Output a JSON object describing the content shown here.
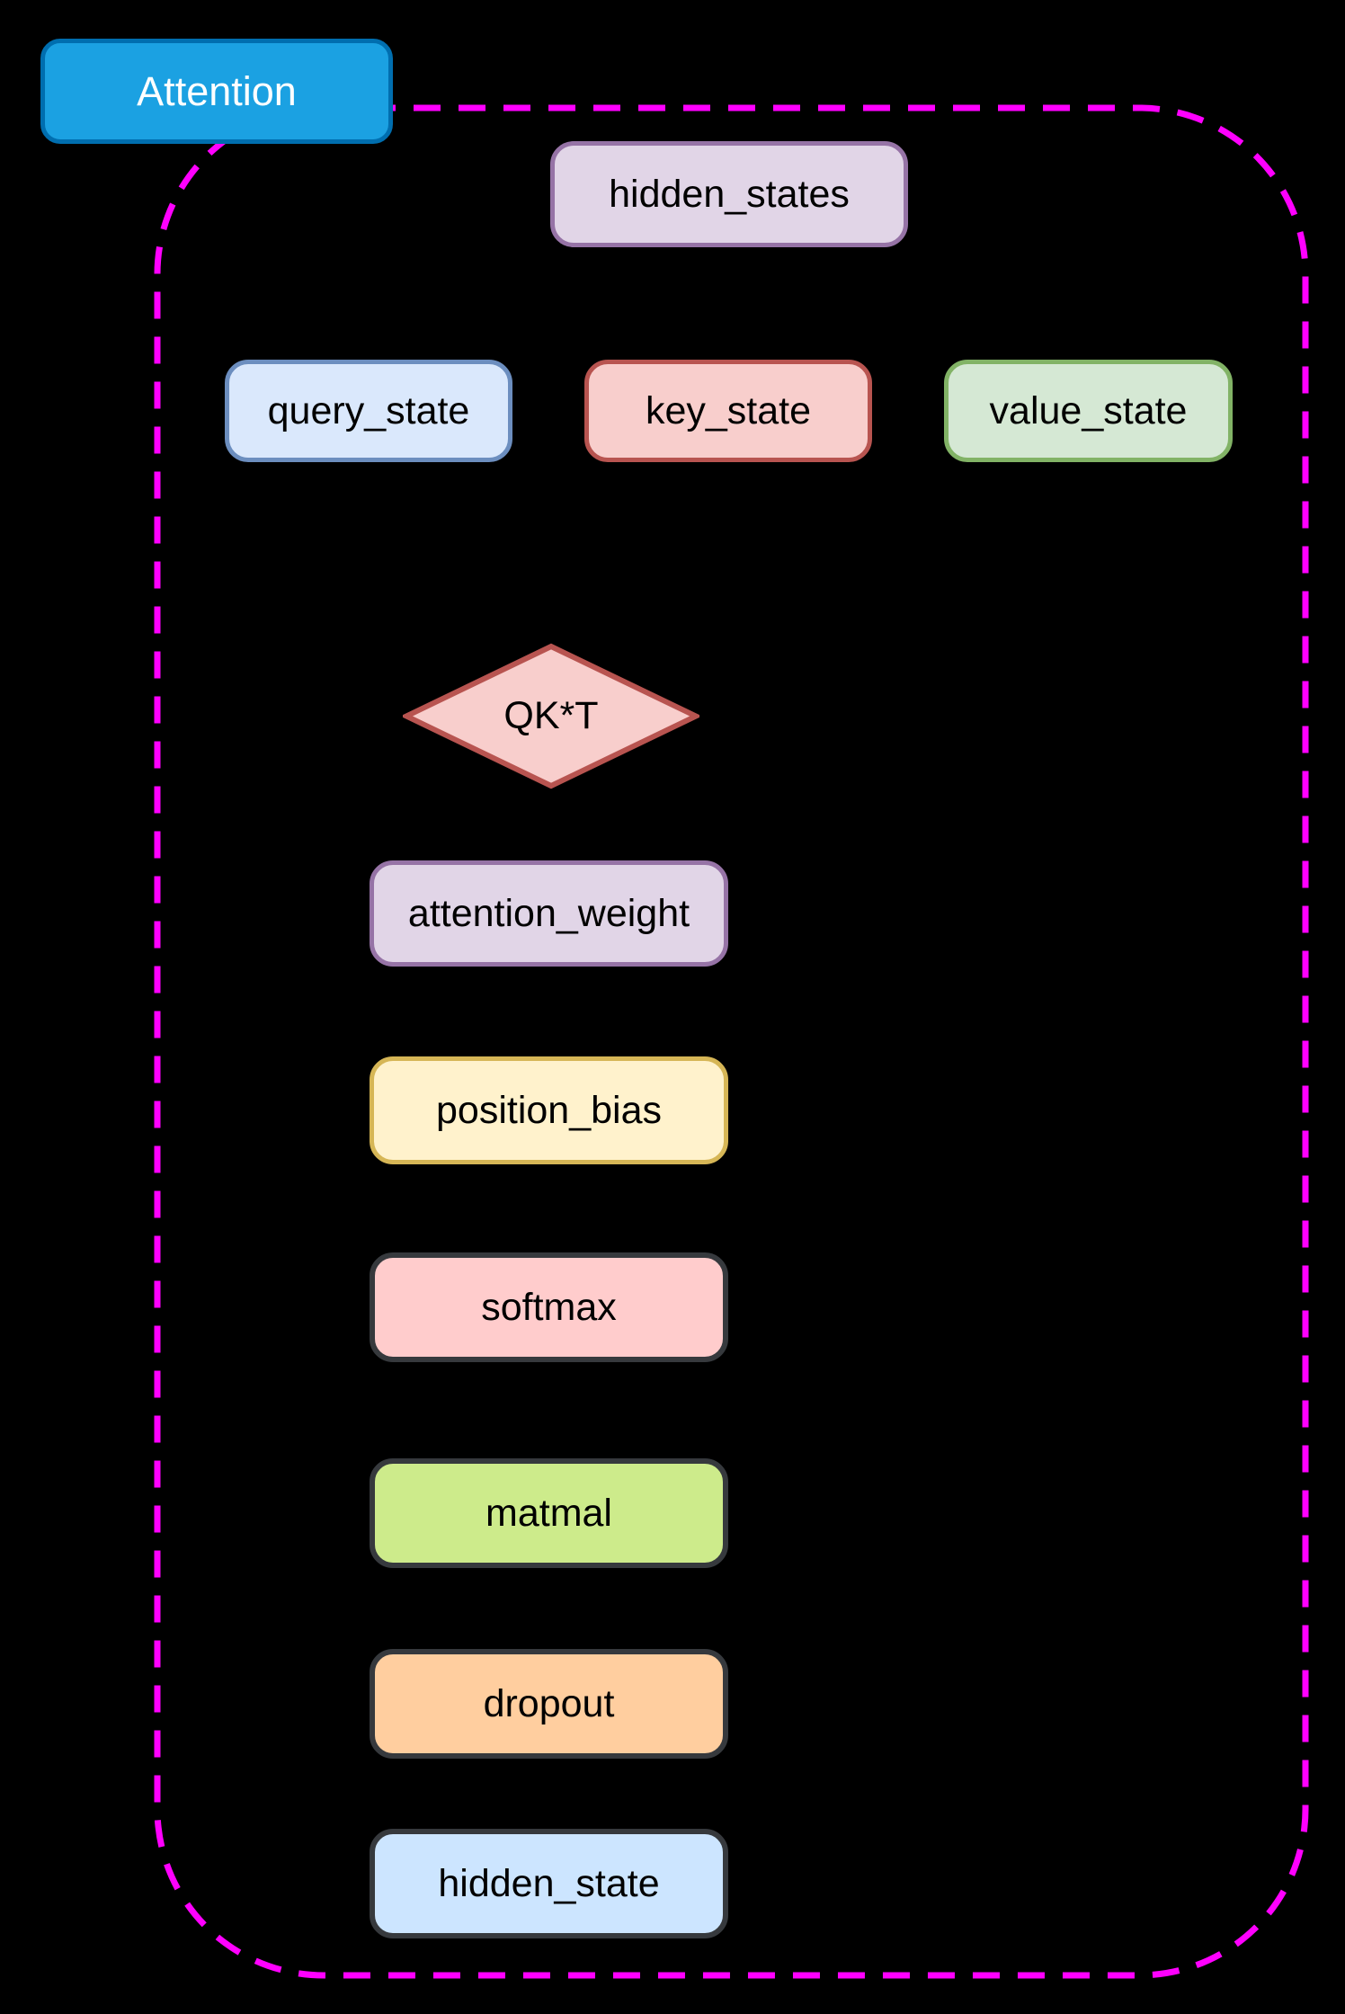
{
  "diagram": {
    "group_label": {
      "label": "Attention",
      "fill": "#1BA1E2",
      "stroke": "#006EAF",
      "text_color": "#FFFFFF"
    },
    "container": {
      "border_color": "#FF00FF",
      "border_style": "dashed",
      "background": "#000000"
    },
    "nodes": [
      {
        "id": "hidden_states",
        "label": "hidden_states",
        "shape": "rounded-rect",
        "fill": "#E1D5E7",
        "stroke": "#9673A6"
      },
      {
        "id": "query_state",
        "label": "query_state",
        "shape": "rounded-rect",
        "fill": "#DAE8FC",
        "stroke": "#6C8EBF"
      },
      {
        "id": "key_state",
        "label": "key_state",
        "shape": "rounded-rect",
        "fill": "#F8CECC",
        "stroke": "#B85450"
      },
      {
        "id": "value_state",
        "label": "value_state",
        "shape": "rounded-rect",
        "fill": "#D5E8D4",
        "stroke": "#82B366"
      },
      {
        "id": "qkt",
        "label": "QK*T",
        "shape": "diamond",
        "fill": "#F8CECC",
        "stroke": "#B85450"
      },
      {
        "id": "attention_weight",
        "label": "attention_weight",
        "shape": "rounded-rect",
        "fill": "#E1D5E7",
        "stroke": "#9673A6"
      },
      {
        "id": "position_bias",
        "label": "position_bias",
        "shape": "rounded-rect",
        "fill": "#FFF2CC",
        "stroke": "#D6B656"
      },
      {
        "id": "softmax",
        "label": "softmax",
        "shape": "rounded-rect",
        "fill": "#FFCCCC",
        "stroke": "#36393D"
      },
      {
        "id": "matmal",
        "label": "matmal",
        "shape": "rounded-rect",
        "fill": "#CDEB8B",
        "stroke": "#36393D"
      },
      {
        "id": "dropout",
        "label": "dropout",
        "shape": "rounded-rect",
        "fill": "#FFCE9F",
        "stroke": "#36393D"
      },
      {
        "id": "hidden_state",
        "label": "hidden_state",
        "shape": "rounded-rect",
        "fill": "#CCE5FF",
        "stroke": "#36393D"
      }
    ]
  }
}
